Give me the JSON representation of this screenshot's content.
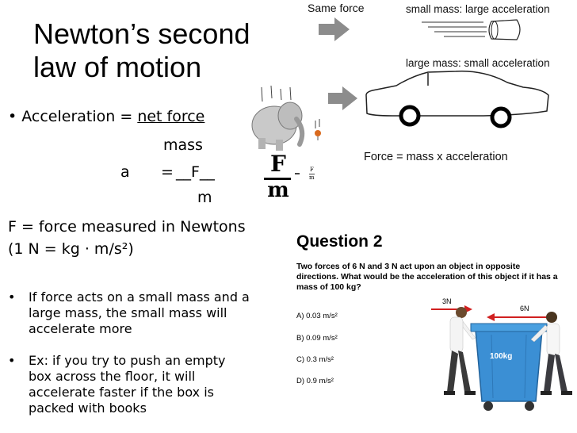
{
  "slide": {
    "title_line1": "Newton’s second",
    "title_line2": "law of motion",
    "bullet1_prefix": "Acceleration = ",
    "bullet1_net_force": "net force",
    "mass_label": "mass",
    "a_label": "a",
    "equals": "=",
    "F_underlined": "__F__",
    "m_label": "m",
    "f_def": "F = force measured in Newtons",
    "unit_def": "(1 N = kg · m/s²)",
    "bullet2_lines": [
      "If force acts on a small mass and a",
      "large mass, the small mass will",
      "accelerate more"
    ],
    "bullet3_lines": [
      "Ex: if you try to push an empty",
      "box across the floor, it will",
      "accelerate faster if the box is",
      "packed with books"
    ]
  },
  "diagram": {
    "same_force": "Same force",
    "small_mass": "small mass: large acceleration",
    "large_mass": "large mass: small acceleration",
    "formula": "Force = mass x acceleration",
    "big_F": "F",
    "big_m": "m",
    "small_F": "F",
    "small_m": "m"
  },
  "question": {
    "title": "Question 2",
    "text_lines": [
      "Two forces of 6 N and 3 N act upon an object in opposite",
      "directions. What would be the acceleration of this object if it has a",
      "mass of 100 kg?"
    ],
    "options": [
      "A) 0.03 m/s²",
      "B) 0.09 m/s²",
      "C) 0.3 m/s²",
      "D) 0.9 m/s²"
    ],
    "label_3n": "3N",
    "label_6n": "6N",
    "label_100kg": "100kg"
  },
  "colors": {
    "arrow_gray": "#8c8c8c",
    "bin_blue": "#3b8fd4"
  }
}
